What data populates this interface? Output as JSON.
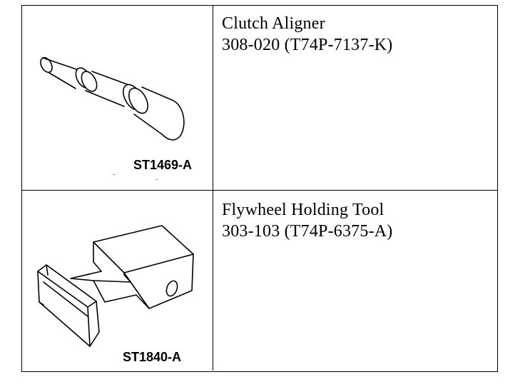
{
  "tools": [
    {
      "name": "Clutch Aligner",
      "number": "308-020 (T74P-7137-K)",
      "figure_code": "ST1469-A",
      "icon": "clutch-aligner-illustration"
    },
    {
      "name": "Flywheel Holding Tool",
      "number": "303-103 (T74P-6375-A)",
      "figure_code": "ST1840-A",
      "icon": "flywheel-holding-tool-illustration"
    }
  ],
  "colors": {
    "line": "#000000",
    "background": "#ffffff"
  }
}
